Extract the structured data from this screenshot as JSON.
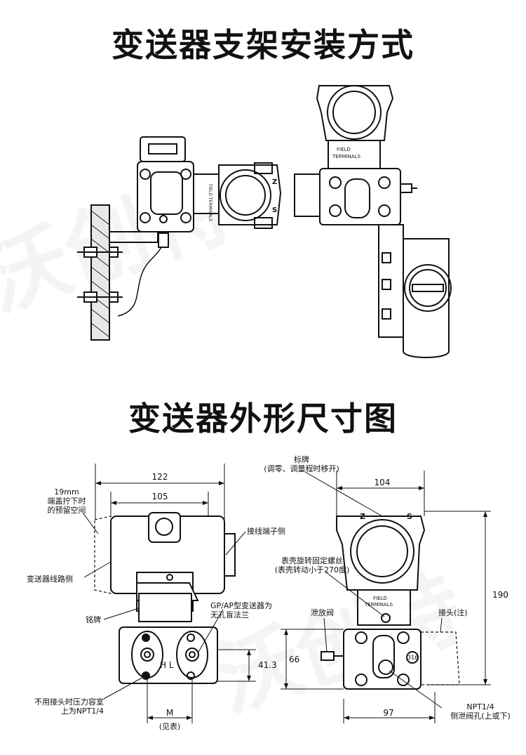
{
  "titles": {
    "mounting": "变送器支架安装方式",
    "dimensions": "变送器外形尺寸图"
  },
  "watermark": "沃创特",
  "mounting_labels": {
    "field_terminals": "FIELD TERMINALS",
    "field": "FIELD",
    "terminals": "TERMINALS",
    "z": "Z",
    "s": "S"
  },
  "left_view": {
    "dim_122": "122",
    "dim_105": "105",
    "dim_41_3": "41.3",
    "dim_m": "M",
    "dim_m_note": "(见表)",
    "hl": "H  L",
    "note_19mm": [
      "19mm",
      "端盖拧下时",
      "的预留空间"
    ],
    "terminal_side": "接线端子侧",
    "circuit_side": "变送器线路侧",
    "nameplate": "铭牌",
    "gp_ap": [
      "GP/AP型变送器为",
      "无孔盲法兰"
    ],
    "no_connector": [
      "不用接头时压力容室",
      "上为NPT1/4"
    ]
  },
  "right_view": {
    "tag": [
      "标牌",
      "(调零、调量程时移开)"
    ],
    "dim_104": "104",
    "dim_190": "190",
    "dim_66": "66",
    "dim_97": "97",
    "housing_screw": [
      "表壳旋转固定螺丝",
      "(表壳转动小于270度)"
    ],
    "vent_valve": "泄放阀",
    "connector": "接头(注)",
    "side_vent": [
      "NPT1/4",
      "侧泄阀孔(上或下)"
    ],
    "field": "FIELD",
    "terminals": "TERMINALS",
    "z": "Z",
    "s": "S",
    "code_316": "316"
  }
}
